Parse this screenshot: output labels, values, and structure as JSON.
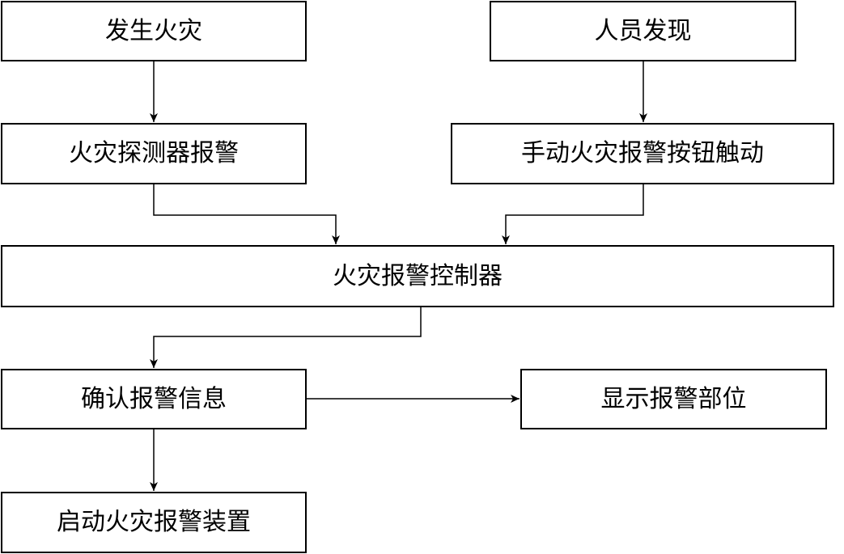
{
  "nodes": {
    "fire_occurs": "发生火灾",
    "person_found": "人员发现",
    "detector_alarm": "火灾探测器报警",
    "manual_button": "手动火灾报警按钮触动",
    "alarm_controller": "火灾报警控制器",
    "confirm_info": "确认报警信息",
    "display_location": "显示报警部位",
    "start_device": "启动火灾报警装置"
  },
  "edges": [
    {
      "from": "fire_occurs",
      "to": "detector_alarm"
    },
    {
      "from": "person_found",
      "to": "manual_button"
    },
    {
      "from": "detector_alarm",
      "to": "alarm_controller"
    },
    {
      "from": "manual_button",
      "to": "alarm_controller"
    },
    {
      "from": "alarm_controller",
      "to": "confirm_info"
    },
    {
      "from": "confirm_info",
      "to": "display_location"
    },
    {
      "from": "confirm_info",
      "to": "start_device"
    }
  ],
  "colors": {
    "stroke": "#000000",
    "background": "#ffffff",
    "text": "#000000"
  }
}
